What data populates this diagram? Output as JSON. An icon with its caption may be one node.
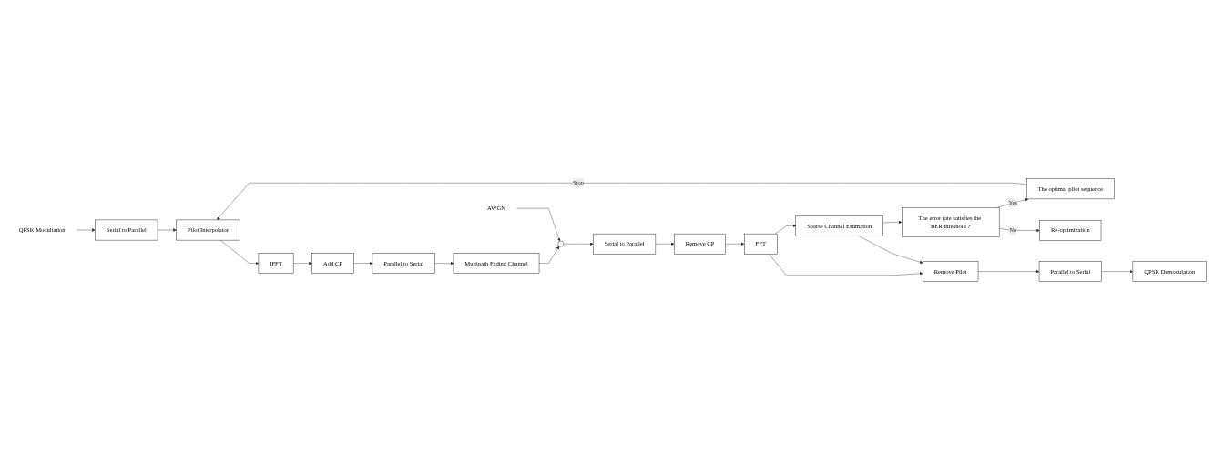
{
  "diagram": {
    "nodes": [
      {
        "text": [
          "QPSK Modultation"
        ]
      },
      {
        "text": [
          "Serial to Parallel"
        ]
      },
      {
        "text": [
          "Pilot Interpolator"
        ]
      },
      {
        "text": [
          "IFFT"
        ]
      },
      {
        "text": [
          "Add CP"
        ]
      },
      {
        "text": [
          "Parallel to Serial"
        ]
      },
      {
        "text": [
          "The optimal pilot sequence"
        ]
      },
      {
        "text": [
          "The error rate satisfies the BER threshold ?"
        ]
      },
      {
        "text": [
          "Re-optimization"
        ]
      },
      {
        "text": [
          "Multipath Fading Channel"
        ]
      },
      {
        "text": [],
        "shape": "circle"
      },
      {
        "text": [
          "AWGN"
        ]
      },
      {
        "text": [
          "Sparse Channel Estimation"
        ]
      },
      {
        "text": [
          "QPSK Demodulation"
        ]
      },
      {
        "text": [
          "Parallel to Serial"
        ]
      },
      {
        "text": [
          "Remove Pilot"
        ]
      },
      {
        "text": [
          "FFT"
        ]
      },
      {
        "text": [
          "Remove CP"
        ]
      },
      {
        "text": [
          "Serial to Parallel"
        ]
      }
    ],
    "edges": [
      {
        "from": 0,
        "to": 1,
        "arrow": "to"
      },
      {
        "from": 1,
        "to": 2,
        "arrow": "to"
      },
      {
        "from": 2,
        "to": 3,
        "arrow": "to"
      },
      {
        "from": 3,
        "to": 4,
        "arrow": "to"
      },
      {
        "from": 4,
        "to": 5,
        "arrow": "to"
      },
      {
        "from": 5,
        "to": 9,
        "arrow": "to"
      },
      {
        "from": 9,
        "to": 10,
        "arrow": "to"
      },
      {
        "from": 11,
        "to": 10,
        "arrow": "to"
      },
      {
        "from": 10,
        "to": 18,
        "arrow": "to"
      },
      {
        "from": 18,
        "to": 17,
        "arrow": "to"
      },
      {
        "from": 17,
        "to": 16,
        "arrow": "to"
      },
      {
        "from": 16,
        "to": 15,
        "arrow": "to"
      },
      {
        "from": 16,
        "to": 12,
        "arrow": "to"
      },
      {
        "from": 12,
        "to": 15,
        "arrow": "to"
      },
      {
        "from": 12,
        "to": 7,
        "arrow": "to"
      },
      {
        "from": 7,
        "to": 6,
        "label": "Yes",
        "arrow": "to"
      },
      {
        "from": 6,
        "to": 2,
        "label": "Stop",
        "arrow": "to"
      },
      {
        "from": 7,
        "to": 8,
        "label": "No",
        "arrow": "to"
      },
      {
        "from": 15,
        "to": 14,
        "arrow": "to"
      },
      {
        "from": 14,
        "to": 13,
        "arrow": "to"
      }
    ]
  }
}
